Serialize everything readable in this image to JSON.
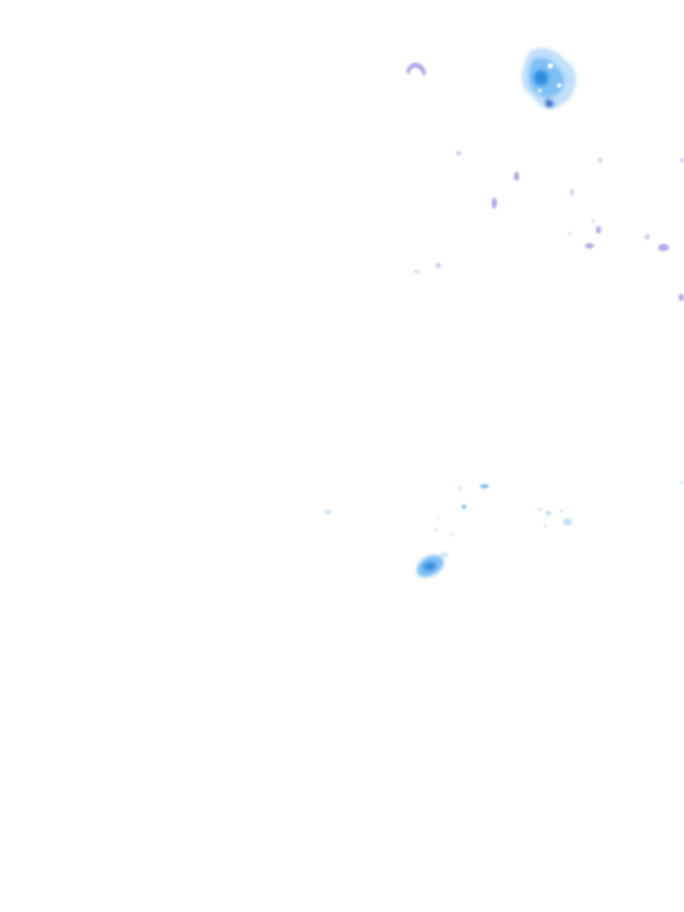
{
  "map": {
    "type": "weather-radar-overlay",
    "background": "#ffffff",
    "palette": {
      "light_rain": "#bfe0fb",
      "moderate_rain": "#7cc0f5",
      "heavy_rain": "#2f8fe0",
      "intense_core": "#1b6fc7",
      "mixed_precip": "#d7c6f5",
      "mixed_precip_dark": "#b8a4ee"
    },
    "echo_cells": [
      {
        "id": "north-central-cluster",
        "intensity": "heavy_rain"
      },
      {
        "id": "north-arc",
        "intensity": "mixed_precip"
      },
      {
        "id": "southern-cluster",
        "intensity": "heavy_rain"
      },
      {
        "id": "eastern-speckles",
        "intensity": "mixed_precip"
      },
      {
        "id": "southern-speckles",
        "intensity": "light_rain"
      }
    ]
  }
}
